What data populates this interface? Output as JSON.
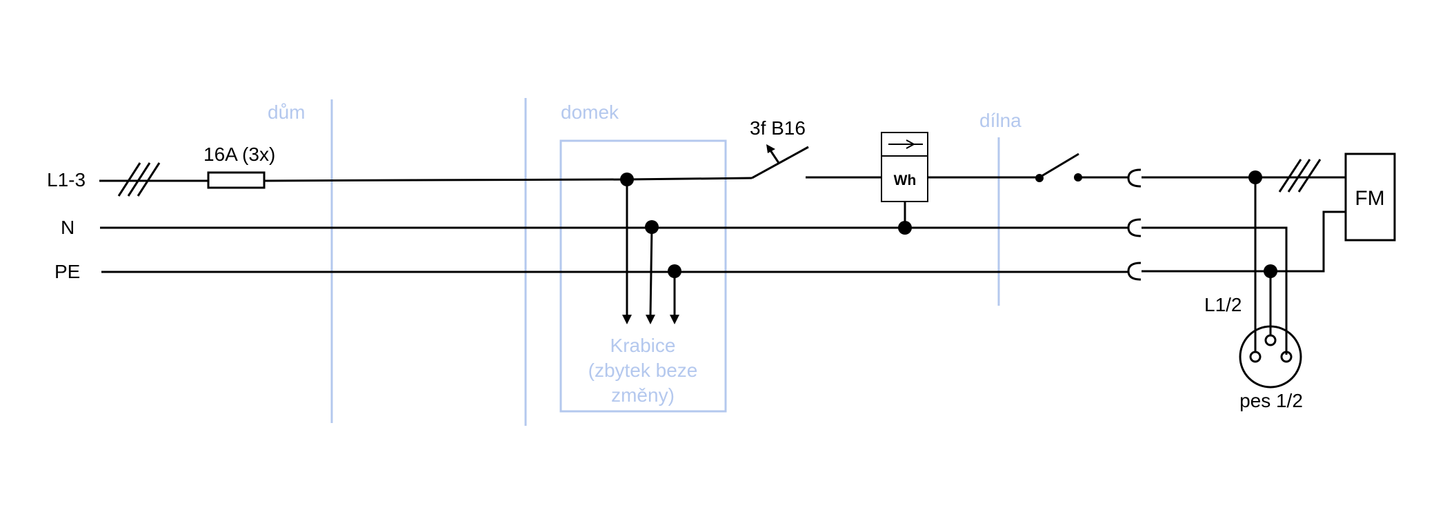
{
  "diagram": {
    "title": "",
    "conductors": {
      "l1": "L1-3",
      "n": "N",
      "pe": "PE"
    },
    "zones": {
      "dum": "dům",
      "domek": "domek",
      "dilna": "dílna"
    },
    "fuse": {
      "label": "16A (3x)"
    },
    "breaker": {
      "label": "3f B16"
    },
    "meter": {
      "label": "Wh"
    },
    "junction_box": {
      "lines": [
        "Krabice",
        "(zbytek beze",
        "změny)"
      ]
    },
    "phase_tap": {
      "label": "L1/2"
    },
    "socket": {
      "label": "pes 1/2"
    },
    "device": {
      "label": "FM"
    },
    "colors": {
      "wire": "#000000",
      "zone": "#B4C8EE"
    }
  }
}
